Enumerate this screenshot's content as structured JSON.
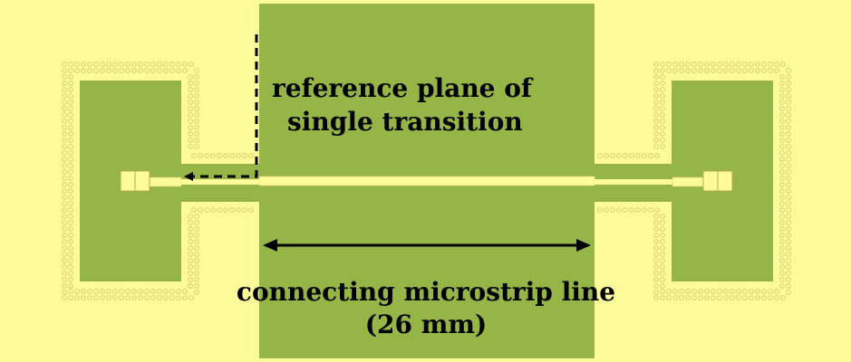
{
  "colors": {
    "substrate": "#fdfa9a",
    "ground": "#95b547",
    "trace": "#fdfa9a",
    "via_ring": "#d8cf6e",
    "text": "#000000"
  },
  "labels": {
    "reference_line1": "reference plane of",
    "reference_line2": "single transition",
    "connecting_line1": "connecting microstrip line",
    "connecting_line2": "(26 mm)"
  },
  "icons": {
    "reference_arrow": "dashed-arrow-left",
    "dimension_arrow": "double-headed-arrow"
  }
}
